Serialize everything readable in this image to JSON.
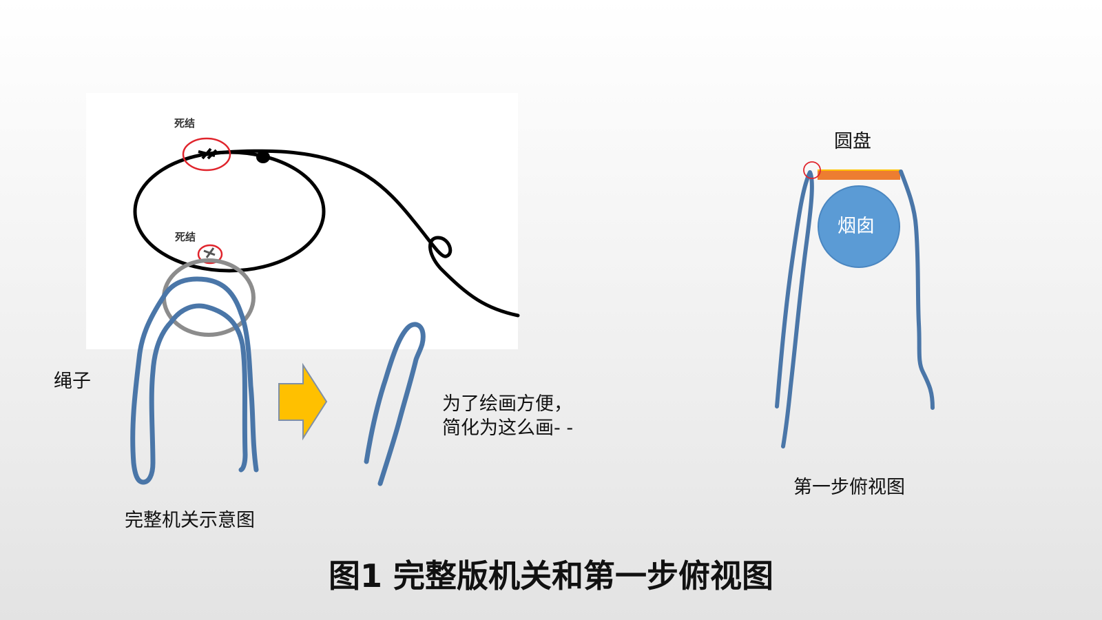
{
  "labels": {
    "knot_top": "死结",
    "knot_bottom": "死结",
    "rope": "绳子",
    "complete_caption": "完整机关示意图",
    "note_line1": "为了绘画方便，",
    "note_line2": "简化为这么画- -",
    "disk": "圆盘",
    "chimney": "烟囱",
    "step_caption": "第一步俯视图"
  },
  "title": "图1 完整版机关和第一步俯视图",
  "colors": {
    "rope_blue": "#4a76a8",
    "knot_red": "#e0242c",
    "highlight_gray": "#8c8c8c",
    "arrow_yellow": "#ffc000",
    "arrow_outline": "#7f8fa6",
    "disk_orange": "#ed7d31",
    "disk_edge": "#ffc000",
    "chimney_fill": "#5b9bd5",
    "line_black": "#000000"
  },
  "icons": {
    "arrow": "right-arrow-icon"
  }
}
